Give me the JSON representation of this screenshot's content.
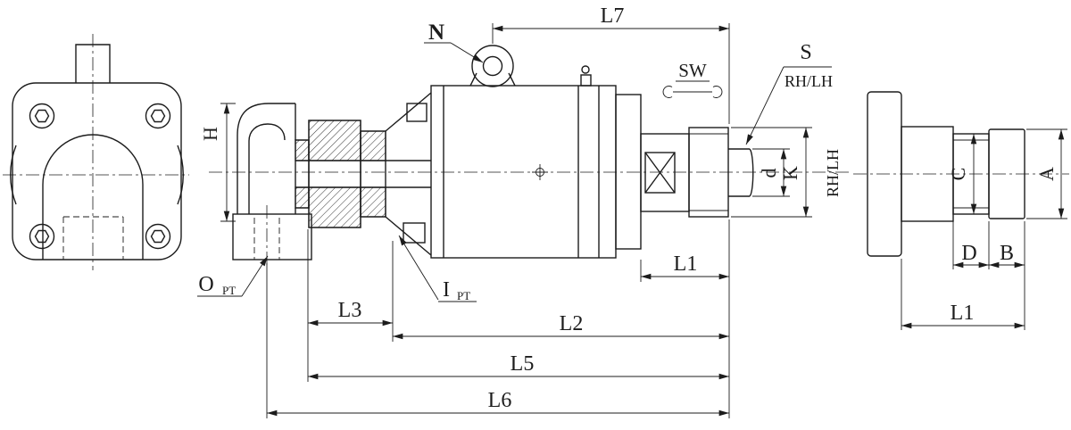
{
  "drawing": {
    "labels": {
      "n": "N",
      "l7": "L7",
      "sw": "SW",
      "s": "S",
      "rh_lh_under_s": "RH/LH",
      "h": "H",
      "d_small": "d",
      "k": "K",
      "rh_lh_rotated": "RH/LH",
      "l1_mid": "L1",
      "o_port": "O",
      "o_port_thread": "PT",
      "i_port": "I",
      "i_port_thread": "PT",
      "l3": "L3",
      "l2": "L2",
      "l5": "L5",
      "l6": "L6",
      "c": "C",
      "a": "A",
      "d_cap": "D",
      "b": "B",
      "l1_right": "L1"
    },
    "colors": {
      "line": "#1c1c1c",
      "background": "#ffffff"
    }
  }
}
